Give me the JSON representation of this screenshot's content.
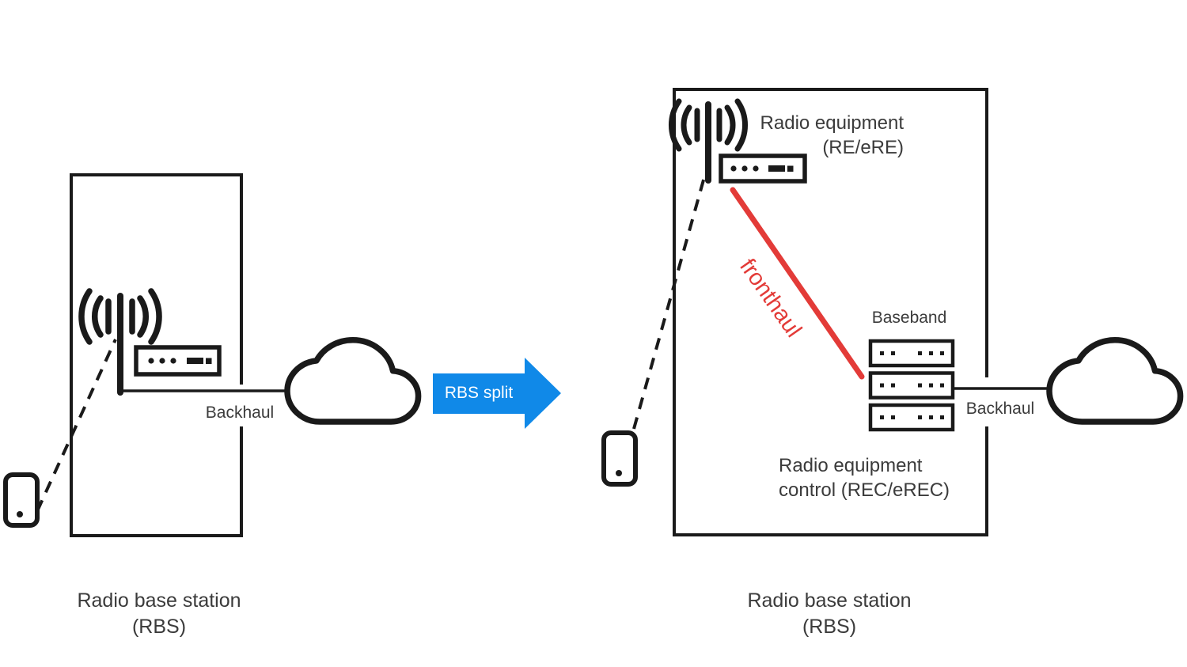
{
  "colors": {
    "arrow_blue": "#1089e8",
    "fronthaul_red": "#e33b38",
    "line_ink": "#1a1a1a",
    "text_gray": "#3b3b3b"
  },
  "arrow": {
    "label": "RBS split"
  },
  "before": {
    "backhaul_label": "Backhaul",
    "caption_line1": "Radio base station",
    "caption_line2": "(RBS)",
    "icons": [
      "antenna-icon",
      "radio-unit-icon",
      "cloud-icon",
      "phone-icon"
    ]
  },
  "after": {
    "radio_equipment_line1": "Radio equipment",
    "radio_equipment_line2": "(RE/eRE)",
    "fronthaul_label": "fronthaul",
    "baseband_label": "Baseband",
    "rec_line1": "Radio equipment",
    "rec_line2": "control (REC/eREC)",
    "backhaul_label": "Backhaul",
    "caption_line1": "Radio base station",
    "caption_line2": "(RBS)",
    "icons": [
      "antenna-icon",
      "radio-unit-icon",
      "baseband-units-icon",
      "cloud-icon",
      "phone-icon"
    ]
  }
}
